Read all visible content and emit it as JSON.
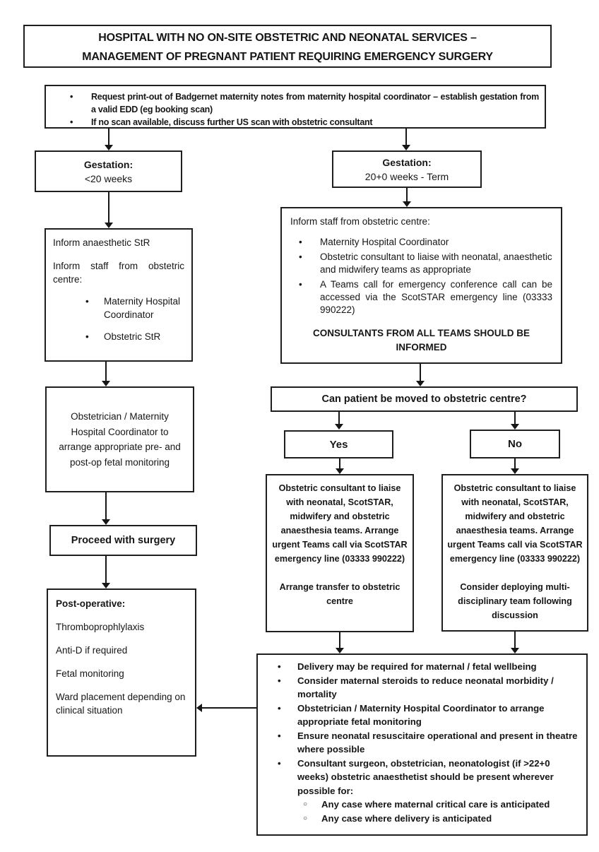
{
  "title": {
    "line1": "HOSPITAL WITH NO ON-SITE OBSTETRIC AND NEONATAL SERVICES –",
    "line2": "MANAGEMENT OF PREGNANT PATIENT REQUIRING EMERGENCY SURGERY"
  },
  "intro": {
    "bullets": [
      "Request print-out of Badgernet maternity notes from maternity hospital coordinator – establish gestation from a valid EDD (eg booking scan)",
      "If no scan available, discuss further US scan with obstetric consultant"
    ]
  },
  "left_branch": {
    "gestation": {
      "label": "Gestation:",
      "value": "<20 weeks"
    },
    "inform": {
      "line1": "Inform anaesthetic StR",
      "line2": "Inform staff from obstetric centre:",
      "bullets": [
        "Maternity Hospital Coordinator",
        "Obstetric StR"
      ]
    },
    "monitoring": "Obstetrician / Maternity Hospital Coordinator to arrange appropriate pre- and post-op fetal monitoring",
    "proceed": "Proceed with surgery",
    "postop": {
      "heading": "Post-operative:",
      "items": [
        "Thromboprophlylaxis",
        "Anti-D if required",
        "Fetal monitoring",
        "Ward placement depending on clinical situation"
      ]
    }
  },
  "right_branch": {
    "gestation": {
      "label": "Gestation:",
      "value": "20+0 weeks - Term"
    },
    "inform": {
      "heading": "Inform staff from obstetric centre:",
      "bullets": [
        "Maternity Hospital Coordinator",
        "Obstetric consultant to liaise with neonatal, anaesthetic and midwifery teams as appropriate",
        "A Teams call for emergency conference call can be accessed via the ScotSTAR emergency line (03333 990222)"
      ],
      "note": "CONSULTANTS FROM ALL TEAMS SHOULD BE INFORMED"
    },
    "question": "Can patient be moved to obstetric centre?",
    "yes": {
      "label": "Yes",
      "para1": "Obstetric consultant to liaise with neonatal, ScotSTAR, midwifery and obstetric anaesthesia teams. Arrange urgent Teams call via ScotSTAR emergency line (03333 990222)",
      "para2": "Arrange transfer to obstetric centre"
    },
    "no": {
      "label": "No",
      "para1": "Obstetric consultant to liaise with neonatal, ScotSTAR, midwifery and obstetric anaesthesia teams. Arrange urgent Teams call via ScotSTAR emergency line (03333 990222)",
      "para2": "Consider deploying multi-disciplinary team following discussion"
    },
    "delivery": {
      "bullets": [
        "Delivery may be required for maternal / fetal wellbeing",
        "Consider maternal steroids to reduce neonatal morbidity / mortality",
        "Obstetrician / Maternity Hospital Coordinator to arrange appropriate fetal monitoring",
        "Ensure neonatal resuscitaire operational and present in theatre where possible",
        "Consultant surgeon, obstetrician, neonatologist (if >22+0 weeks) obstetric anaesthetist should be present wherever possible for:"
      ],
      "sub_bullets": [
        "Any case where maternal critical care is anticipated",
        "Any case where delivery is anticipated"
      ]
    }
  },
  "colors": {
    "ink": "#161616",
    "background": "#ffffff"
  }
}
